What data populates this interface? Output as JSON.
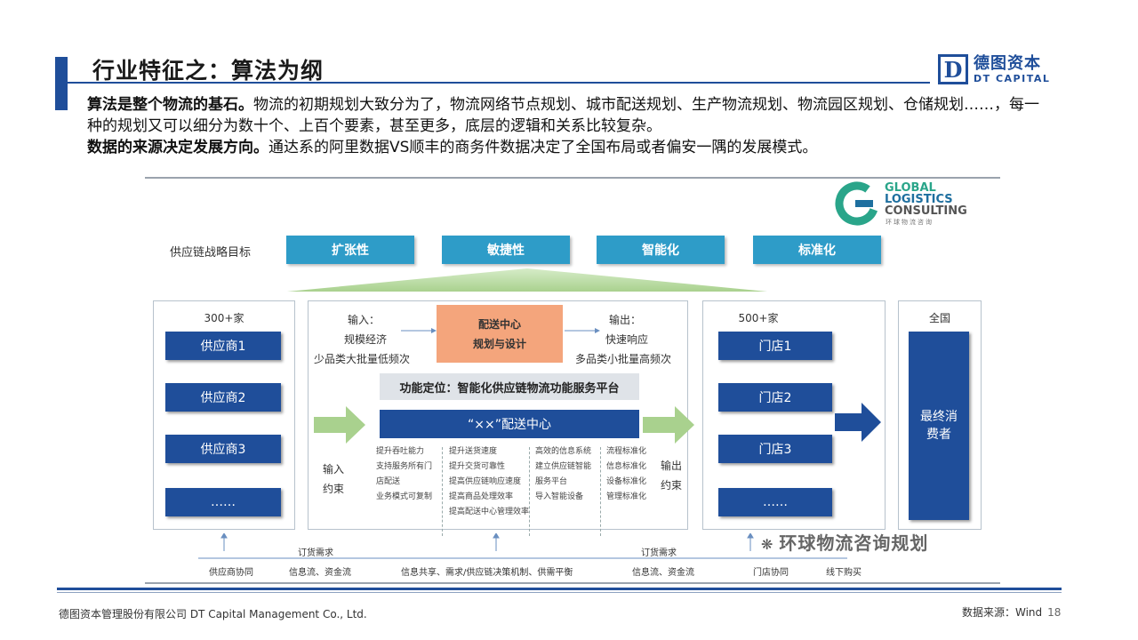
{
  "header": {
    "title": "行业特征之：算法为纲",
    "logo": {
      "mark": "D",
      "cn": "德图资本",
      "en": "DT CAPITAL"
    }
  },
  "intro": {
    "p1_bold": "算法是整个物流的基石。",
    "p1_text": "物流的初期规划大致分为了，物流网络节点规划、城市配送规划、生产物流规划、物流园区规划、仓储规划……，每一种的规划又可以细分为数十个、上百个要素，甚至更多，底层的逻辑和关系比较复杂。",
    "p2_bold": "数据的来源决定发展方向。",
    "p2_text": "通达系的阿里数据VS顺丰的商务件数据决定了全国布局或者偏安一隅的发展模式。"
  },
  "figure": {
    "glc": {
      "line1": "GLOBAL",
      "line2": "LOGISTICS",
      "line3": "CONSULTING",
      "sub": "环球物流咨询"
    },
    "goal_label": "供应链战略目标",
    "goals": [
      "扩张性",
      "敏捷性",
      "智能化",
      "标准化"
    ],
    "suppliers": {
      "head": "300+家",
      "items": [
        "供应商1",
        "供应商2",
        "供应商3",
        "……"
      ]
    },
    "center": {
      "input_label": "输入：",
      "input_lines": [
        "规模经济",
        "少品类大批量低频次"
      ],
      "box_lines": [
        "配送中心",
        "规划与设计"
      ],
      "output_label": "输出：",
      "output_lines": [
        "快速响应",
        "多品类小批量高频次"
      ],
      "function": "功能定位：智能化供应链物流功能服务平台",
      "dist_center": "“××”配送中心",
      "in_constraint": [
        "输入",
        "约束"
      ],
      "out_constraint": [
        "输出",
        "约束"
      ],
      "col1": [
        "提升吞吐能力",
        "支持服务所有门",
        "店配送",
        "业务模式可复制"
      ],
      "col2": [
        "提升送货速度",
        "提升交货可靠性",
        "提高供应链响应速度",
        "提高商品处理效率",
        "提高配送中心管理效率"
      ],
      "col3": [
        "高效的信息系统",
        "建立供应链智能",
        "服务平台",
        "导入智能设备"
      ],
      "col4": [
        "流程标准化",
        "信息标准化",
        "设备标准化",
        "管理标准化"
      ]
    },
    "stores": {
      "head": "500+家",
      "items": [
        "门店1",
        "门店2",
        "门店3",
        "……"
      ]
    },
    "consumer": {
      "head": "全国",
      "box": "最终消费者"
    },
    "order_left": "订货需求",
    "order_right": "订货需求",
    "bottom": [
      "供应商协同",
      "信息流、资金流",
      "信息共享、需求/供应链决策机制、供需平衡",
      "信息流、资金流",
      "门店协同",
      "线下购买"
    ],
    "watermark": "环球物流咨询规划"
  },
  "footer": {
    "company": "德图资本管理股份有限公司  DT Capital Management  Co., Ltd.",
    "source": "数据来源：Wind",
    "page": "18"
  }
}
